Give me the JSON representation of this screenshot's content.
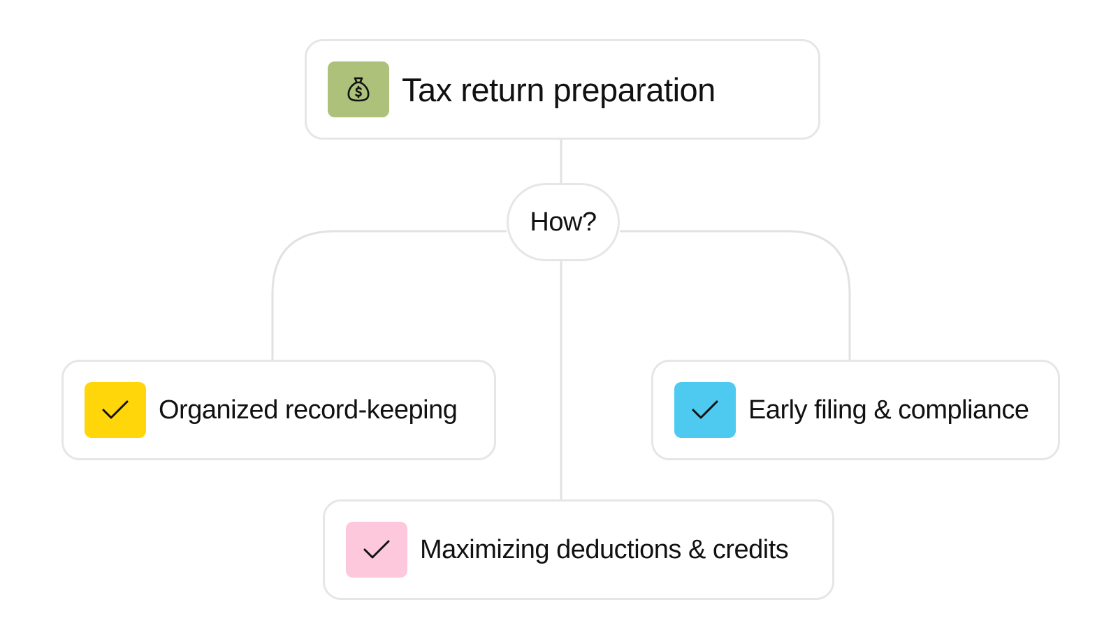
{
  "diagram": {
    "root": {
      "label": "Tax return preparation",
      "icon": "money-bag-icon",
      "badge_color": "#adc17b"
    },
    "connector": {
      "label": "How?"
    },
    "outcomes": [
      {
        "label": "Organized record-keeping",
        "icon": "checkmark-icon",
        "badge_color": "#ffd60a"
      },
      {
        "label": "Early filing & compliance",
        "icon": "checkmark-icon",
        "badge_color": "#4ecaf0"
      },
      {
        "label": "Maximizing deductions & credits",
        "icon": "checkmark-icon",
        "badge_color": "#fdc8dc"
      }
    ],
    "line_color": "#e2e2e2"
  }
}
